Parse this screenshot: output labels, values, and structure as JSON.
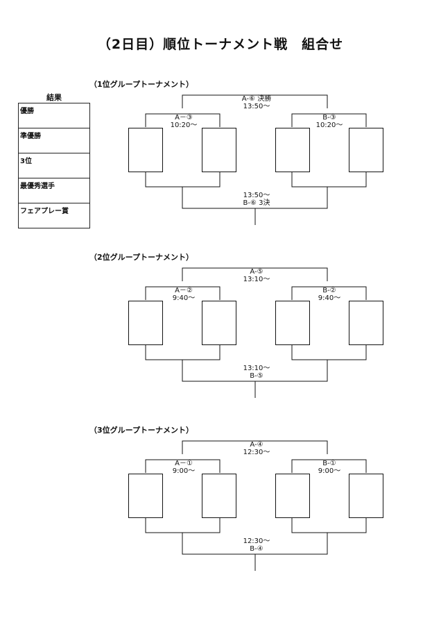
{
  "title": "（2日目）順位トーナメント戦　組合せ",
  "results": {
    "header": "結果",
    "rows": [
      "優勝",
      "準優勝",
      "3位",
      "最優秀選手",
      "フェアプレー賞"
    ]
  },
  "sections": [
    {
      "title": "（1位グループトーナメント）",
      "final": {
        "match_prefix": "A-",
        "match_num": "⑥",
        "suffix": "決勝",
        "time": "13:50〜"
      },
      "left_semi": {
        "match_prefix": "A－",
        "match_num": "③",
        "time": "10:20〜"
      },
      "right_semi": {
        "match_prefix": "B-",
        "match_num": "③",
        "time": "10:20〜"
      },
      "third": {
        "time": "13:50〜",
        "match_prefix": "B-",
        "match_num": "⑥",
        "suffix": "3決"
      }
    },
    {
      "title": "（2位グループトーナメント）",
      "final": {
        "match_prefix": "A-",
        "match_num": "⑤",
        "suffix": "",
        "time": "13:10〜"
      },
      "left_semi": {
        "match_prefix": "A－",
        "match_num": "②",
        "time": "9:40〜"
      },
      "right_semi": {
        "match_prefix": "B-",
        "match_num": "②",
        "time": "9:40〜"
      },
      "third": {
        "time": "13:10〜",
        "match_prefix": "B-",
        "match_num": "⑤",
        "suffix": ""
      }
    },
    {
      "title": "（3位グループトーナメント）",
      "final": {
        "match_prefix": "A-",
        "match_num": "④",
        "suffix": "",
        "time": "12:30〜"
      },
      "left_semi": {
        "match_prefix": "A－",
        "match_num": "①",
        "time": "9:00〜"
      },
      "right_semi": {
        "match_prefix": "B-",
        "match_num": "①",
        "time": "9:00〜"
      },
      "third": {
        "time": "12:30〜",
        "match_prefix": "B-",
        "match_num": "④",
        "suffix": ""
      }
    }
  ]
}
